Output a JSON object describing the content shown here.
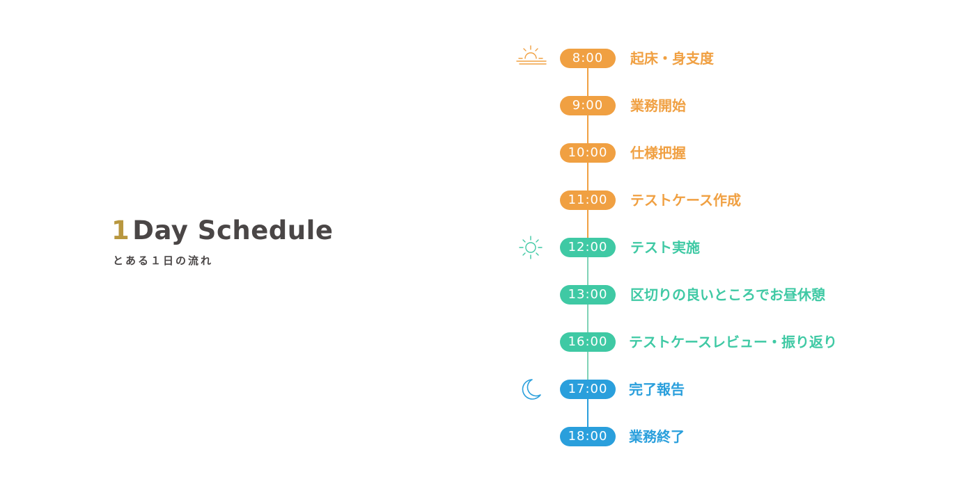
{
  "header": {
    "title_number": "1",
    "title_text": "Day Schedule",
    "subtitle": "とある１日の流れ"
  },
  "colors": {
    "morning": "#f0a042",
    "noon": "#3fc9a4",
    "evening": "#2a9fdc",
    "title_number": "#b8973f",
    "title_text": "#4a4646"
  },
  "icons": {
    "sunrise": "sunrise-icon",
    "sun": "sun-icon",
    "moon": "moon-icon"
  },
  "schedule": [
    {
      "time": "8:00",
      "label": "起床・身支度",
      "phase": "morning",
      "icon": "sunrise"
    },
    {
      "time": "9:00",
      "label": "業務開始",
      "phase": "morning"
    },
    {
      "time": "10:00",
      "label": "仕様把握",
      "phase": "morning"
    },
    {
      "time": "11:00",
      "label": "テストケース作成",
      "phase": "morning"
    },
    {
      "time": "12:00",
      "label": "テスト実施",
      "phase": "noon",
      "icon": "sun"
    },
    {
      "time": "13:00",
      "label": "区切りの良いところでお昼休憩",
      "phase": "noon"
    },
    {
      "time": "16:00",
      "label": "テストケースレビュー・振り返り",
      "phase": "noon"
    },
    {
      "time": "17:00",
      "label": "完了報告",
      "phase": "evening",
      "icon": "moon"
    },
    {
      "time": "18:00",
      "label": "業務終了",
      "phase": "evening"
    }
  ]
}
